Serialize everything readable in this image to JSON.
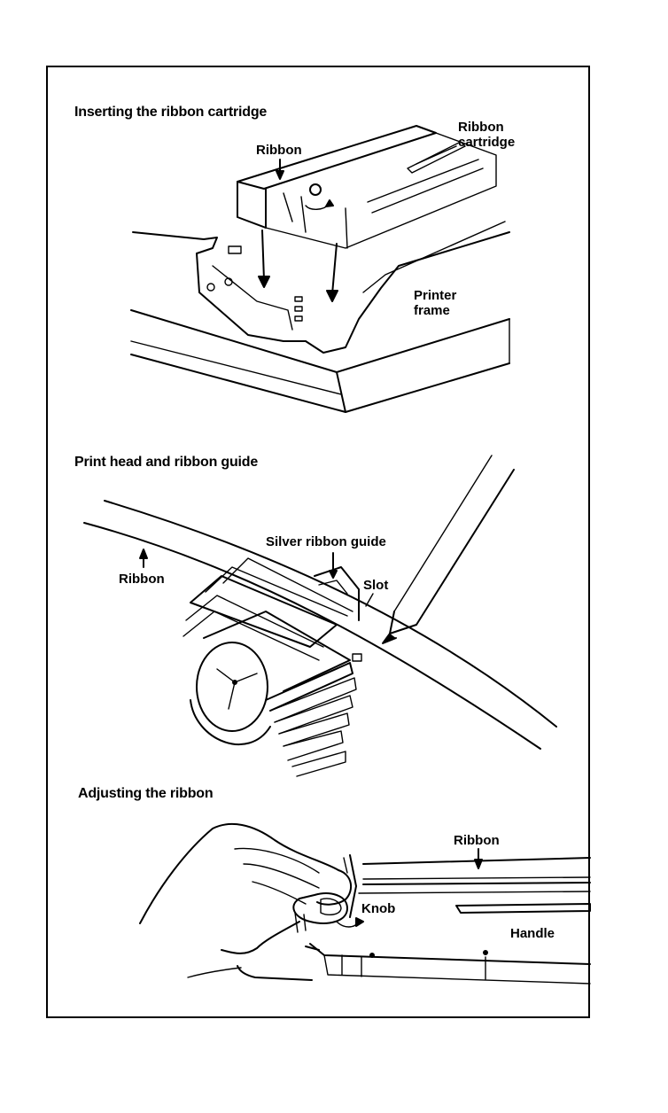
{
  "panels": [
    {
      "caption": "Inserting the ribbon cartridge",
      "labels": {
        "ribbon": "Ribbon",
        "ribbon_cartridge": "Ribbon\ncartridge",
        "printer_frame": "Printer\nframe"
      }
    },
    {
      "caption": "Print head and ribbon guide",
      "labels": {
        "ribbon": "Ribbon",
        "silver_ribbon_guide": "Silver ribbon guide",
        "slot": "Slot"
      }
    },
    {
      "caption": "Adjusting the ribbon",
      "labels": {
        "ribbon": "Ribbon",
        "knob": "Knob",
        "handle": "Handle"
      }
    }
  ],
  "icons": [
    "ribbon-cartridge-illustration",
    "print-head-illustration",
    "hand-adjusting-knob-illustration"
  ]
}
